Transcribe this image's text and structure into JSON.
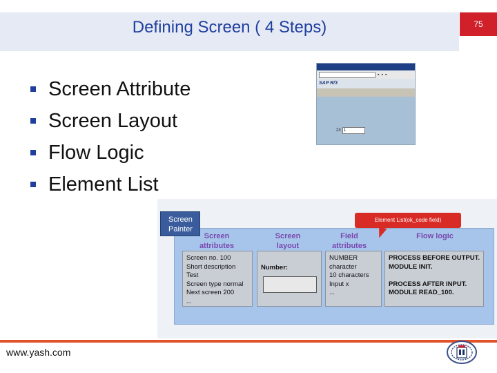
{
  "slide": {
    "title": "Defining Screen ( 4 Steps)",
    "page_number": "75",
    "bullets": [
      "Screen Attribute",
      "Screen Layout",
      "Flow Logic",
      "Element List"
    ],
    "footer_url": "www.yash.com"
  },
  "sap_window": {
    "logo_text": "SAP R/3",
    "field_label": "23",
    "field_value": "1"
  },
  "screen_painter": {
    "button_label_line1": "Screen",
    "button_label_line2": "Painter",
    "callout": "Element List(ok_code field)",
    "tabs": {
      "attributes": [
        "Screen",
        "attributes"
      ],
      "layout": [
        "Screen",
        "layout"
      ],
      "field_attributes": [
        "Field",
        "attributes"
      ],
      "flow_logic": "Flow logic"
    },
    "attributes_box": [
      "Screen no. 100",
      "Short description",
      "  Test",
      "Screen type normal",
      "Next screen   200",
      "  ..."
    ],
    "layout_box": {
      "label": "Number:"
    },
    "field_box": [
      "NUMBER",
      "character",
      "10 characters",
      "Input  x",
      "  ..."
    ],
    "flow_box": [
      "PROCESS BEFORE OUTPUT.",
      "  MODULE INIT.",
      "",
      "PROCESS AFTER INPUT.",
      "  MODULE READ_100."
    ]
  },
  "colors": {
    "title": "#1f3f9f",
    "accent_red": "#d0202a",
    "panel_blue": "#a7c5ea"
  }
}
